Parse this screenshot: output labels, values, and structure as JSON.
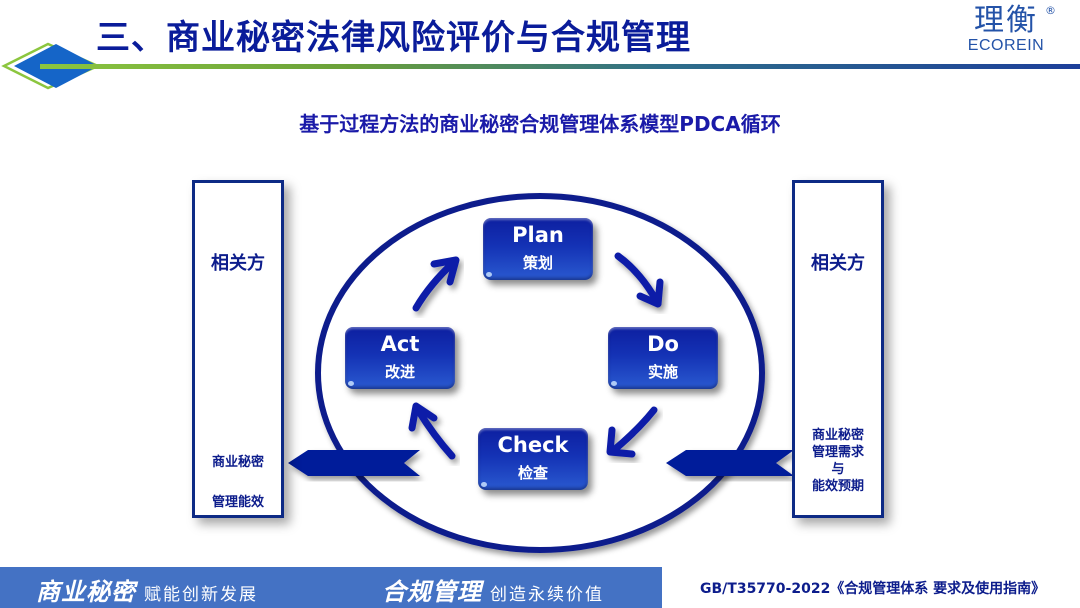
{
  "header": {
    "title": "三、商业秘密法律风险评价与合规管理",
    "logo_cn": "理衡",
    "logo_reg": "®",
    "logo_en": "ECOREIN"
  },
  "diagram": {
    "title": "基于过程方法的商业秘密合规管理体系模型PDCA循环",
    "left_party": {
      "title": "相关方",
      "note_lines": [
        "商业秘密",
        "管理能效"
      ]
    },
    "right_party": {
      "title": "相关方",
      "note_lines": [
        "商业秘密",
        "管理需求",
        "与",
        "能效预期"
      ]
    },
    "steps": [
      {
        "key": "plan",
        "en": "Plan",
        "cn": "策划"
      },
      {
        "key": "do",
        "en": "Do",
        "cn": "实施"
      },
      {
        "key": "check",
        "en": "Check",
        "cn": "检查"
      },
      {
        "key": "act",
        "en": "Act",
        "cn": "改进"
      }
    ],
    "colors": {
      "primary": "#0a1c9a",
      "ellipse": "#0d1d8c",
      "box_top": "#0d1fa0",
      "box_bottom": "#2a5ad0"
    }
  },
  "footer": {
    "slogan_1_big": "商业秘密",
    "slogan_1_small": "赋能创新发展",
    "slogan_2_big": "合规管理",
    "slogan_2_small": "创造永续价值",
    "reference": "GB/T35770-2022《合规管理体系 要求及使用指南》",
    "band_color": "#4472c4"
  }
}
